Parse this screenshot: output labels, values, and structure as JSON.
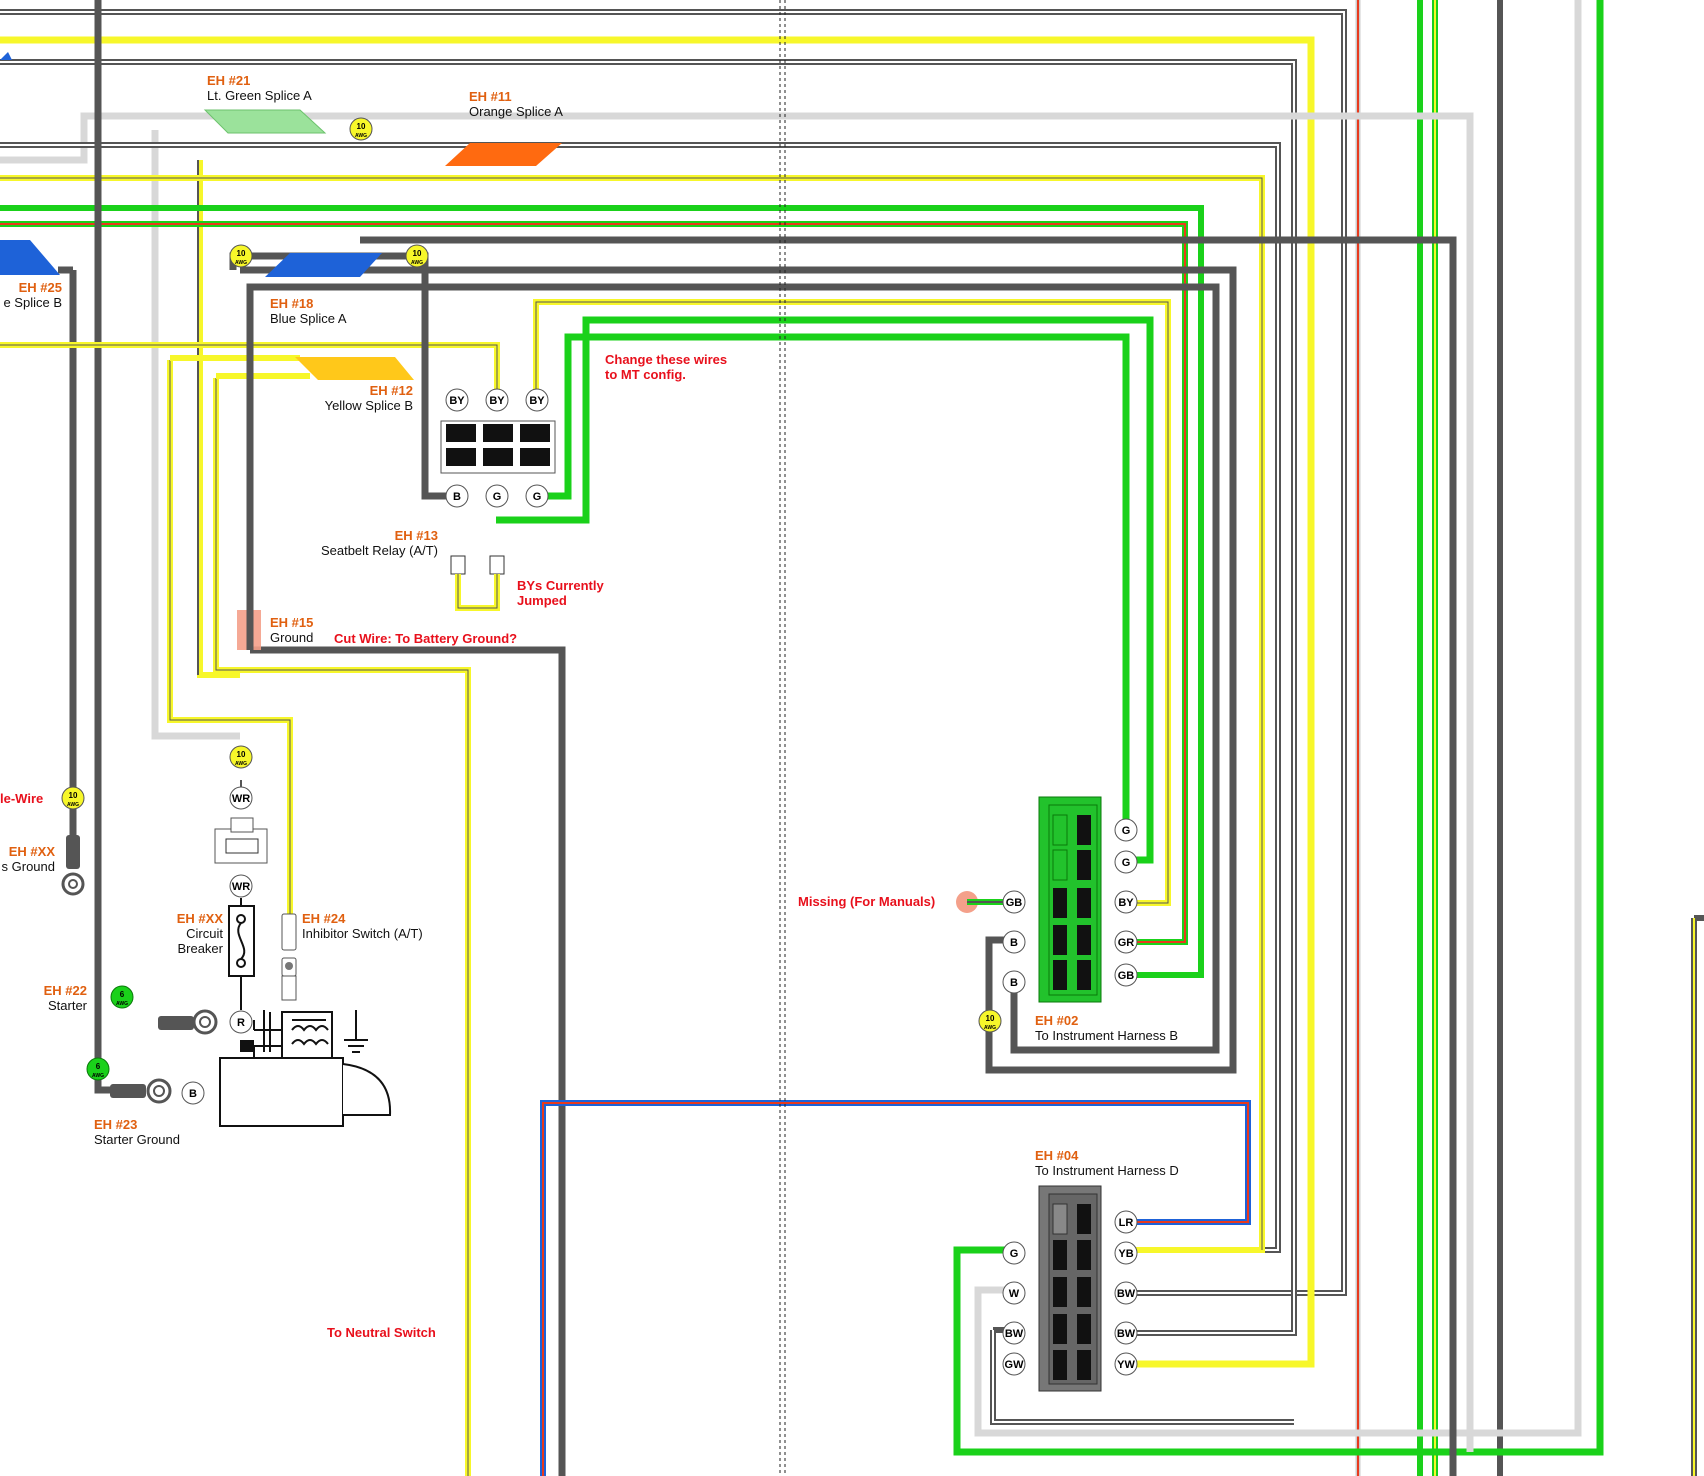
{
  "labels": {
    "eh21": {
      "id": "EH #21",
      "name": "Lt. Green Splice A"
    },
    "eh11": {
      "id": "EH #11",
      "name": "Orange Splice A"
    },
    "eh25": {
      "id": "EH #25",
      "name": "e Splice B"
    },
    "eh18": {
      "id": "EH #18",
      "name": "Blue Splice A"
    },
    "eh12": {
      "id": "EH #12",
      "name": "Yellow Splice B"
    },
    "eh13": {
      "id": "EH #13",
      "name": "Seatbelt Relay (A/T)"
    },
    "eh15": {
      "id": "EH #15",
      "name": "Ground"
    },
    "ehxx_ground": {
      "id": "EH #XX",
      "name": "s Ground"
    },
    "ehxx_breaker": {
      "id": "EH #XX",
      "name1": "Circuit",
      "name2": "Breaker"
    },
    "eh24": {
      "id": "EH #24",
      "name": "Inhibitor Switch (A/T)"
    },
    "eh22": {
      "id": "EH #22",
      "name": "Starter"
    },
    "eh23": {
      "id": "EH #23",
      "name": "Starter Ground"
    },
    "eh02": {
      "id": "EH #02",
      "name": "To Instrument Harness B"
    },
    "eh04": {
      "id": "EH #04",
      "name": "To Instrument Harness D"
    }
  },
  "notes": {
    "change_wires_1": "Change these wires",
    "change_wires_2": "to MT config.",
    "bys_jumped_1": "BYs Currently",
    "bys_jumped_2": "Jumped",
    "cut_wire": "Cut Wire: To Battery Ground?",
    "missing": "Missing (For Manuals)",
    "fusible": "le-Wire",
    "neutral": "To Neutral Switch"
  },
  "gauge_badges": [
    {
      "gauge": "10",
      "unit": "AWG"
    },
    {
      "gauge": "6",
      "unit": "AWG"
    }
  ],
  "pins": {
    "eh12_top": [
      "BY",
      "BY",
      "BY"
    ],
    "eh12_bottom": [
      "B",
      "G",
      "G"
    ],
    "fusible": [
      "WR",
      "WR"
    ],
    "starter": [
      "R",
      "B"
    ],
    "eh02_right": [
      "G",
      "G",
      "BY",
      "GR",
      "GB"
    ],
    "eh02_left": [
      "GB",
      "B",
      "B"
    ],
    "eh04_right": [
      "LR",
      "YB",
      "BW",
      "BW",
      "YW"
    ],
    "eh04_left": [
      "G",
      "W",
      "BW",
      "GW"
    ]
  },
  "colors": {
    "green": "#1ad11a",
    "dark_gray": "#555555",
    "yellow": "#f7f72a",
    "light_gray": "#d8d8d8",
    "blue": "#1e62d8",
    "red": "#e83a1e",
    "orange_label": "#e06010",
    "red_note": "#e8101c"
  }
}
